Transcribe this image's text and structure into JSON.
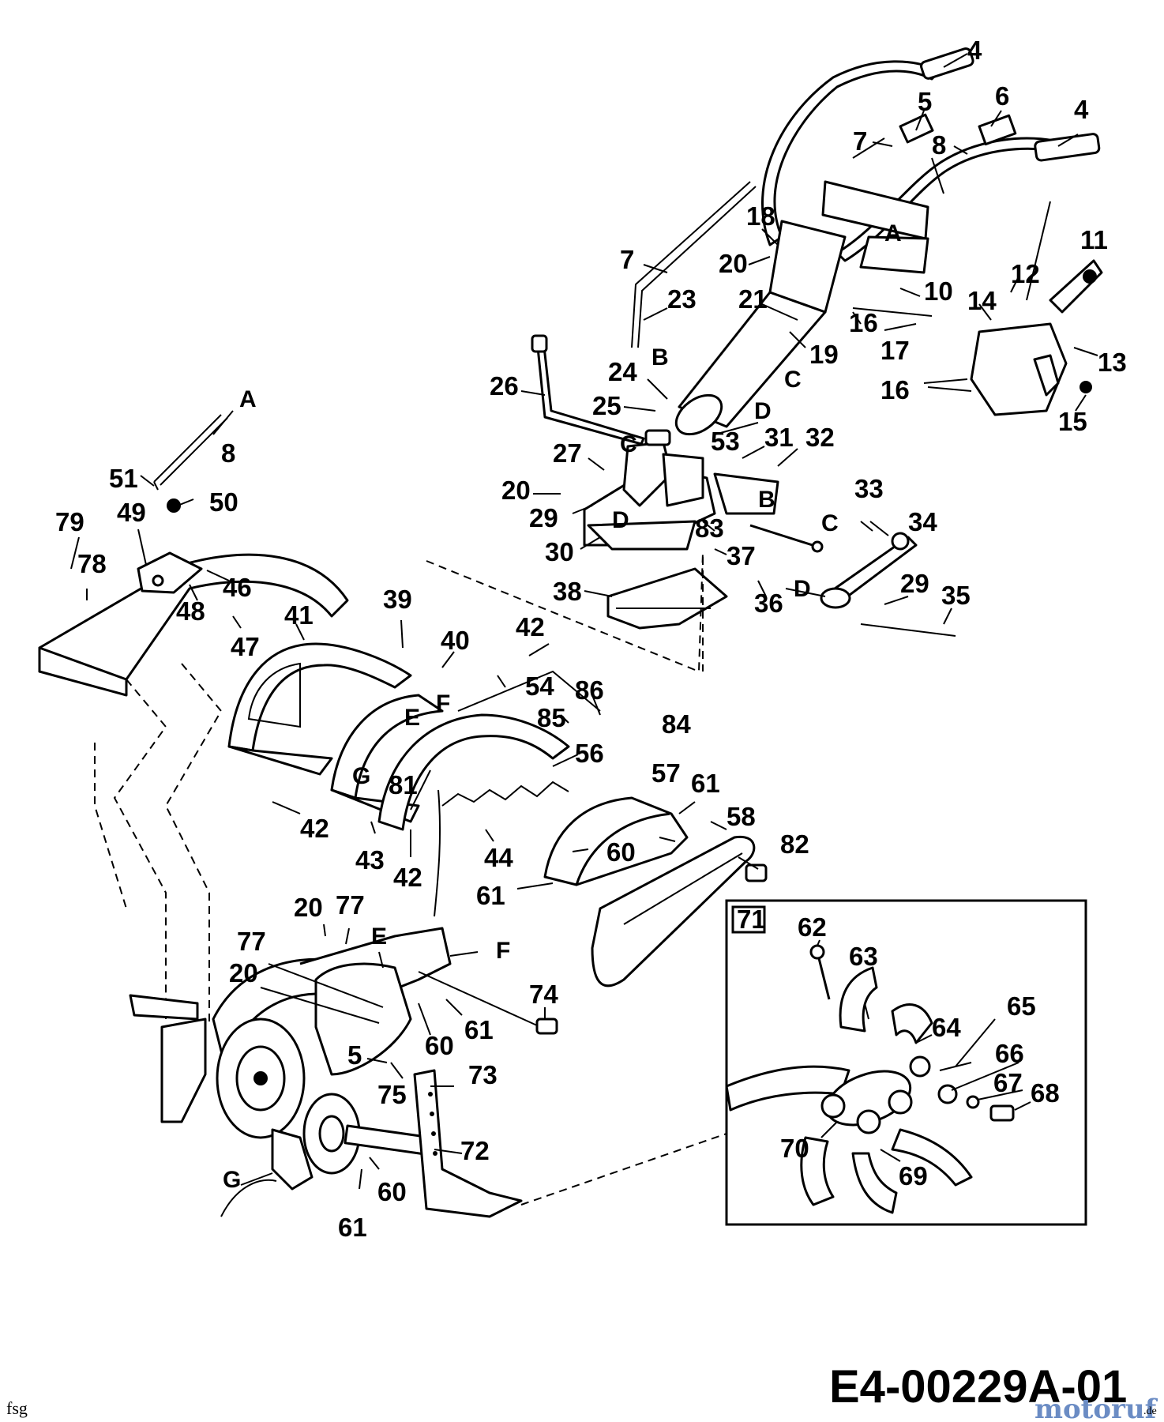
{
  "diagram": {
    "drawing_code": "E4-00229A-01",
    "footer_left": "fsg",
    "watermark": "motoruf",
    "watermark_suffix": ".de",
    "inset": {
      "label": "71"
    },
    "callouts": [
      "4",
      "5",
      "6",
      "4",
      "7",
      "8",
      "18",
      "20",
      "A",
      "7",
      "23",
      "21",
      "10",
      "11",
      "12",
      "14",
      "16",
      "17",
      "13",
      "B",
      "19",
      "16",
      "15",
      "24",
      "C",
      "26",
      "25",
      "D",
      "53",
      "31",
      "32",
      "C",
      "27",
      "B",
      "20",
      "29",
      "D",
      "83",
      "30",
      "37",
      "33",
      "C",
      "34",
      "36",
      "D",
      "29",
      "35",
      "38",
      "A",
      "8",
      "51",
      "50",
      "79",
      "49",
      "78",
      "46",
      "48",
      "47",
      "39",
      "41",
      "40",
      "42",
      "54",
      "86",
      "E",
      "F",
      "85",
      "84",
      "56",
      "G",
      "57",
      "61",
      "81",
      "42",
      "43",
      "44",
      "42",
      "58",
      "82",
      "60",
      "61",
      "20",
      "77",
      "E",
      "77",
      "F",
      "20",
      "74",
      "60",
      "61",
      "5",
      "75",
      "73",
      "72",
      "G",
      "60",
      "61",
      "62",
      "63",
      "64",
      "65",
      "66",
      "67",
      "68",
      "70",
      "69"
    ]
  }
}
